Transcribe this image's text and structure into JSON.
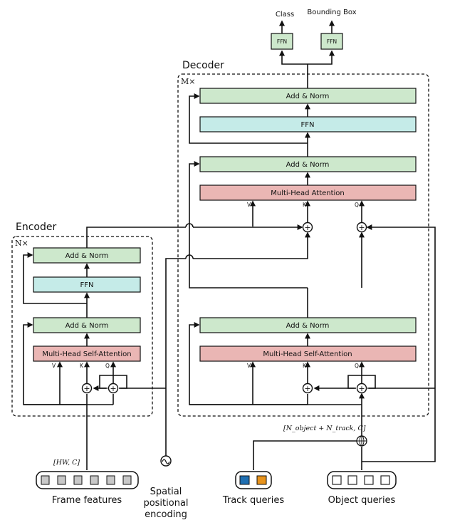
{
  "outputs": {
    "class_label": "Class",
    "bbox_label": "Bounding Box",
    "ffn": "FFN"
  },
  "decoder": {
    "title": "Decoder",
    "repeat": "M×",
    "add_norm": "Add & Norm",
    "ffn": "FFN",
    "mha": "Multi-Head Attention",
    "mhsa": "Multi-Head Self-Attention",
    "v": "V",
    "k": "K",
    "q": "Q"
  },
  "encoder": {
    "title": "Encoder",
    "repeat": "N×",
    "add_norm": "Add & Norm",
    "ffn": "FFN",
    "mhsa": "Multi-Head Self-Attention",
    "v": "V",
    "k": "K",
    "q": "Q"
  },
  "inputs": {
    "frame_features": "Frame features",
    "frame_shape": "[HW, C]",
    "spatial_line1": "Spatial",
    "spatial_line2": "positional",
    "spatial_line3": "encoding",
    "track_queries": "Track queries",
    "object_queries": "Object queries",
    "concat_shape": "[N_object + N_track, C]"
  },
  "colors": {
    "green": "#cde8cc",
    "cyan": "#c5ebe8",
    "red": "#eab6b4",
    "blue": "#1f6fb2",
    "orange": "#e8931c",
    "gray": "#c8c8c8"
  }
}
